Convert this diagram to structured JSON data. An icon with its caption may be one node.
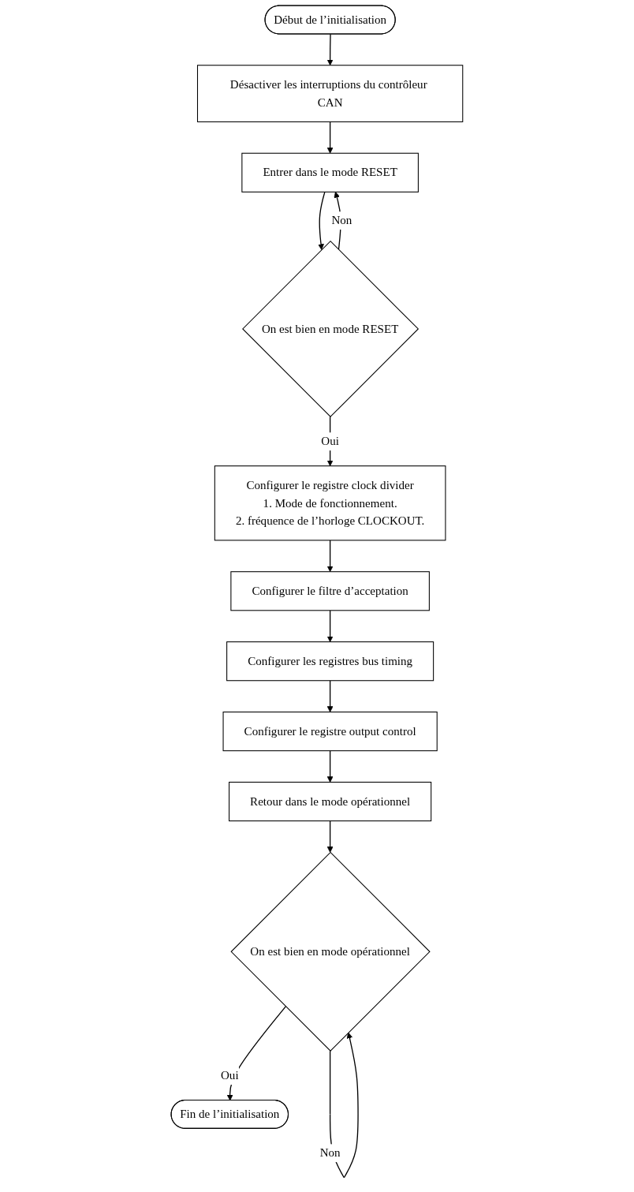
{
  "diagram": {
    "nodes": [
      {
        "text": [
          "Début de l’initialisation"
        ]
      },
      {
        "text": [
          "Désactiver les interruptions du contrôleur CAN"
        ]
      },
      {
        "text": [
          "Entrer dans le mode RESET"
        ]
      },
      {
        "text": [
          "On est bien en mode RESET"
        ]
      },
      {
        "text": [
          "Configurer le registre clock divider",
          "1. Mode de fonctionnement.",
          "2. fréquence de l’horloge CLOCKOUT."
        ]
      },
      {
        "text": [
          "Configurer le filtre d’acceptation"
        ]
      },
      {
        "text": [
          "Configurer les registres bus timing"
        ]
      },
      {
        "text": [
          "Configurer le registre output control"
        ]
      },
      {
        "text": [
          "Retour dans le mode opérationnel"
        ]
      },
      {
        "text": [
          "On est bien en mode opérationnel"
        ]
      },
      {
        "text": [
          "Fin de l’initialisation"
        ]
      }
    ],
    "edges": [
      {
        "from": 0,
        "to": 1,
        "arrow": "to"
      },
      {
        "from": 1,
        "to": 2,
        "arrow": "to"
      },
      {
        "from": 2,
        "to": 3,
        "arrow": "to"
      },
      {
        "from": 3,
        "to": 2,
        "arrow": "to",
        "label": "Non"
      },
      {
        "from": 3,
        "to": 4,
        "arrow": "to",
        "label": "Oui"
      },
      {
        "from": 4,
        "to": 5,
        "arrow": "to"
      },
      {
        "from": 5,
        "to": 6,
        "arrow": "to"
      },
      {
        "from": 6,
        "to": 7,
        "arrow": "to"
      },
      {
        "from": 7,
        "to": 8,
        "arrow": "to"
      },
      {
        "from": 8,
        "to": 9,
        "arrow": "to"
      },
      {
        "from": 9,
        "to": 9,
        "arrow": "to",
        "label": "Non"
      },
      {
        "from": 9,
        "to": 10,
        "arrow": "to",
        "label": "Oui"
      }
    ]
  }
}
